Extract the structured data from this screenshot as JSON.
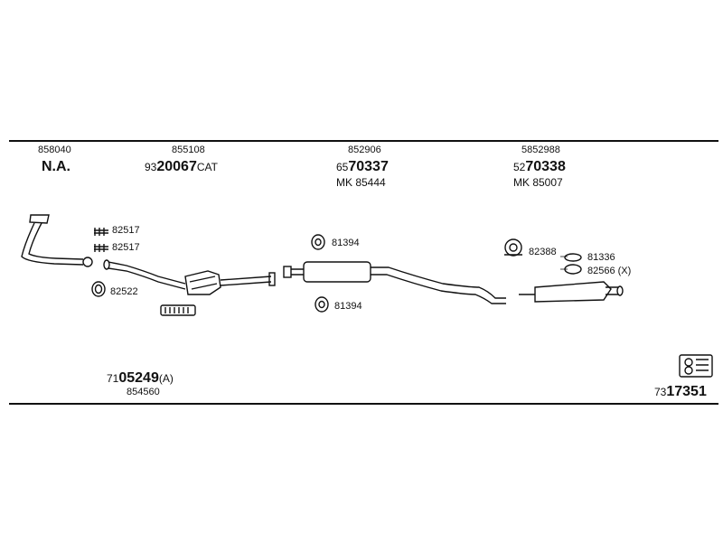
{
  "header": {
    "col1": {
      "part": "858040",
      "label": "N.A."
    },
    "col2": {
      "part": "855108",
      "code_prefix": "93",
      "code_main": "20067",
      "code_suffix": "CAT"
    },
    "col3": {
      "part": "852906",
      "code_prefix": "65",
      "code_main": "70337",
      "mk": "MK  85444"
    },
    "col4": {
      "part": "5852988",
      "code_prefix": "52",
      "code_main": "70338",
      "mk": "MK  85007"
    }
  },
  "callouts": {
    "c82517a": "82517",
    "c82517b": "82517",
    "c82522": "82522",
    "c81394a": "81394",
    "c81394b": "81394",
    "c82388": "82388",
    "c81336": "81336",
    "c82566": "82566 (X)"
  },
  "footer": {
    "left_prefix": "71",
    "left_main": "05249",
    "left_suffix": "(A)",
    "left_sub": "854560",
    "right_prefix": "73",
    "right_main": "17351"
  }
}
